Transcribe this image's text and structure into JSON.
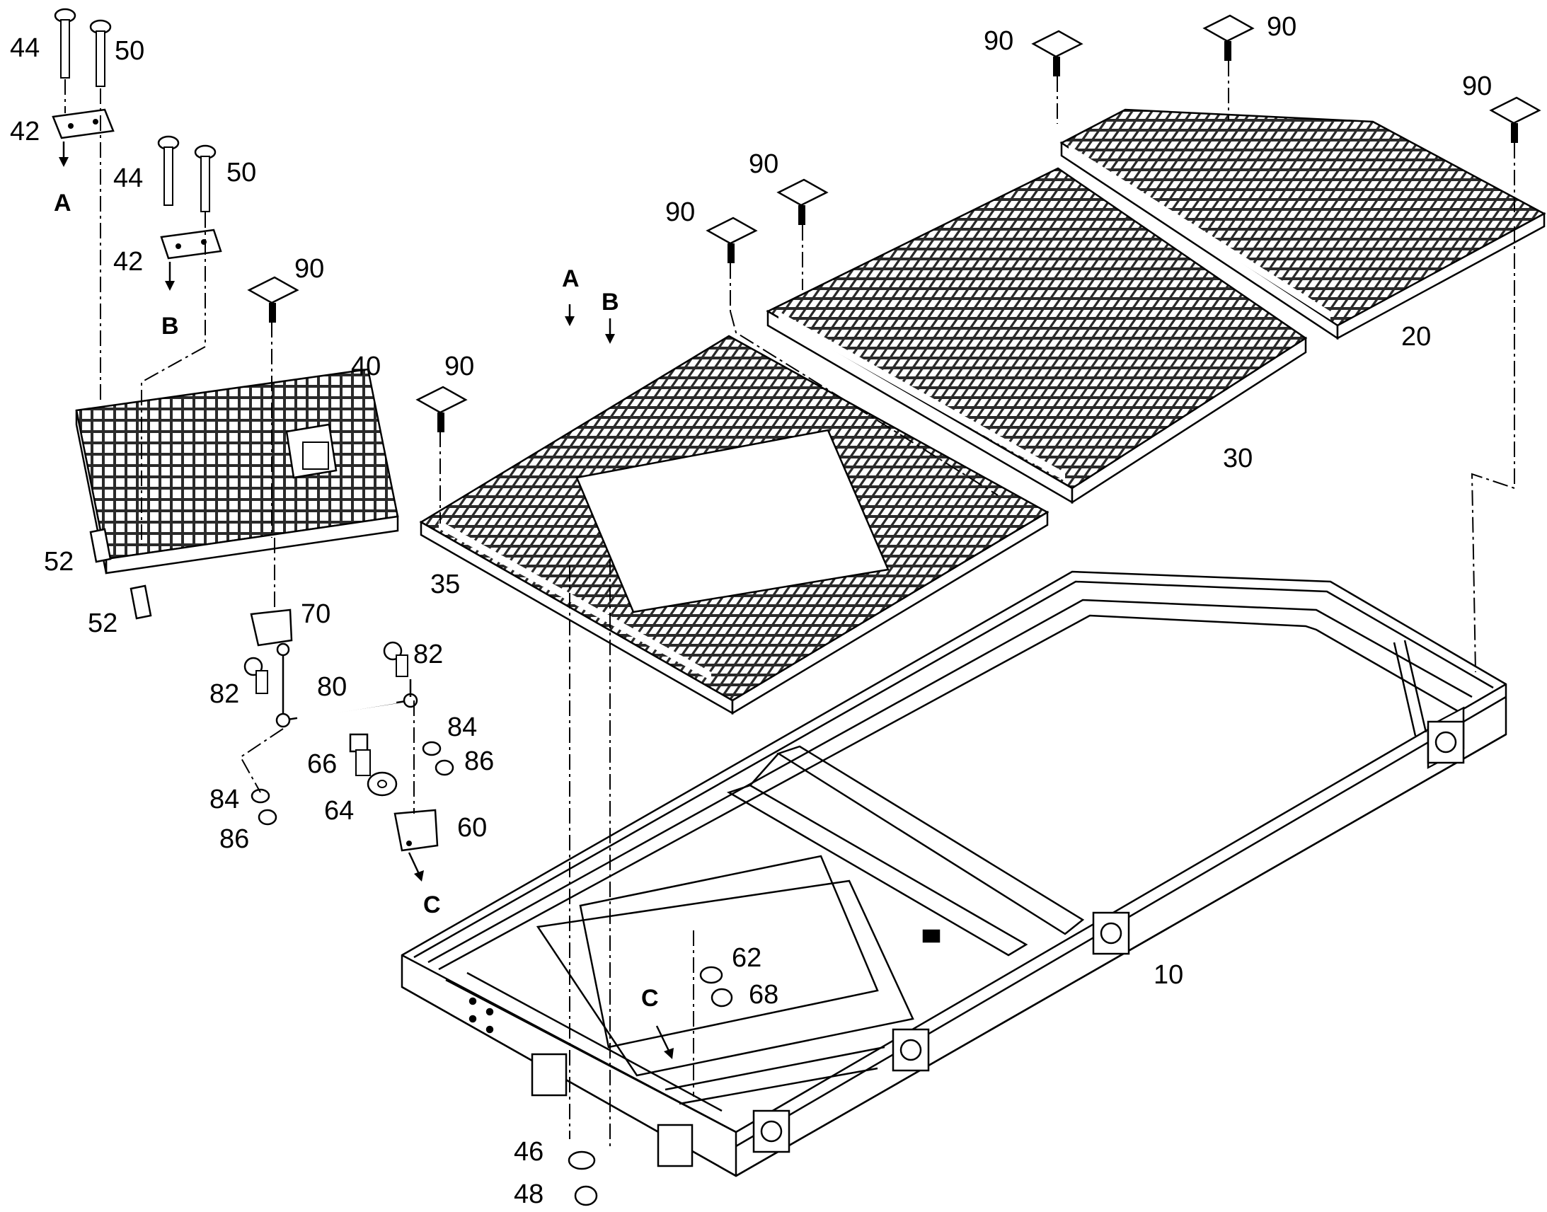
{
  "labels": {
    "l44a": "44",
    "l50a": "50",
    "l42a": "42",
    "lA1": "A",
    "l44b": "44",
    "l50b": "50",
    "l42b": "42",
    "lB1": "B",
    "l90_40": "90",
    "l40": "40",
    "l52a": "52",
    "l52b": "52",
    "l70": "70",
    "l82a": "82",
    "l82b": "82",
    "l80": "80",
    "l84a": "84",
    "l86a": "86",
    "l66": "66",
    "l64": "64",
    "l84b": "84",
    "l86b": "86",
    "l60": "60",
    "lC1": "C",
    "l90_35": "90",
    "l35": "35",
    "lA2": "A",
    "lB2": "B",
    "l90_30a": "90",
    "l90_30b": "90",
    "l30": "30",
    "l90_20a": "90",
    "l90_20b": "90",
    "l90_20c": "90",
    "l20": "20",
    "l10": "10",
    "l62": "62",
    "l68": "68",
    "lC2": "C",
    "l46": "46",
    "l48": "48"
  },
  "colors": {
    "line": "#000000",
    "background": "#ffffff",
    "grating": "#3a3a3a"
  }
}
